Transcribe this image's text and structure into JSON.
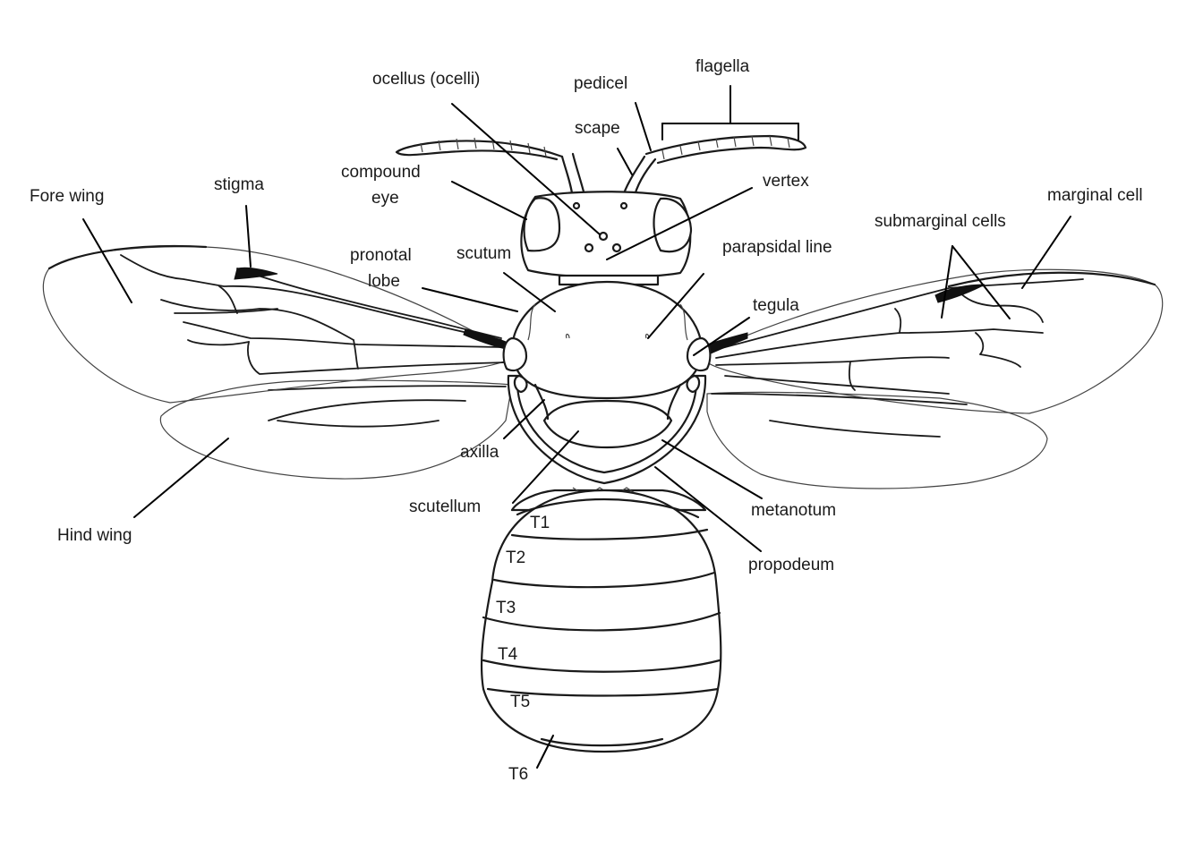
{
  "labels": {
    "fore_wing": "Fore wing",
    "hind_wing": "Hind wing",
    "stigma": "stigma",
    "compound_eye_1": "compound",
    "compound_eye_2": "eye",
    "ocellus": "ocellus (ocelli)",
    "pedicel": "pedicel",
    "flagella": "flagella",
    "scape": "scape",
    "vertex": "vertex",
    "submarginal_cells": "submarginal  cells",
    "marginal_cell": "marginal cell",
    "pronotal_lobe_1": "pronotal",
    "pronotal_lobe_2": "lobe",
    "scutum": "scutum",
    "parapsidal_line": "parapsidal  line",
    "tegula": "tegula",
    "axilla": "axilla",
    "scutellum": "scutellum",
    "metanotum": "metanotum",
    "propodeum": "propodeum",
    "t1": "T1",
    "t2": "T2",
    "t3": "T3",
    "t4": "T4",
    "t5": "T5",
    "t6": "T6"
  }
}
